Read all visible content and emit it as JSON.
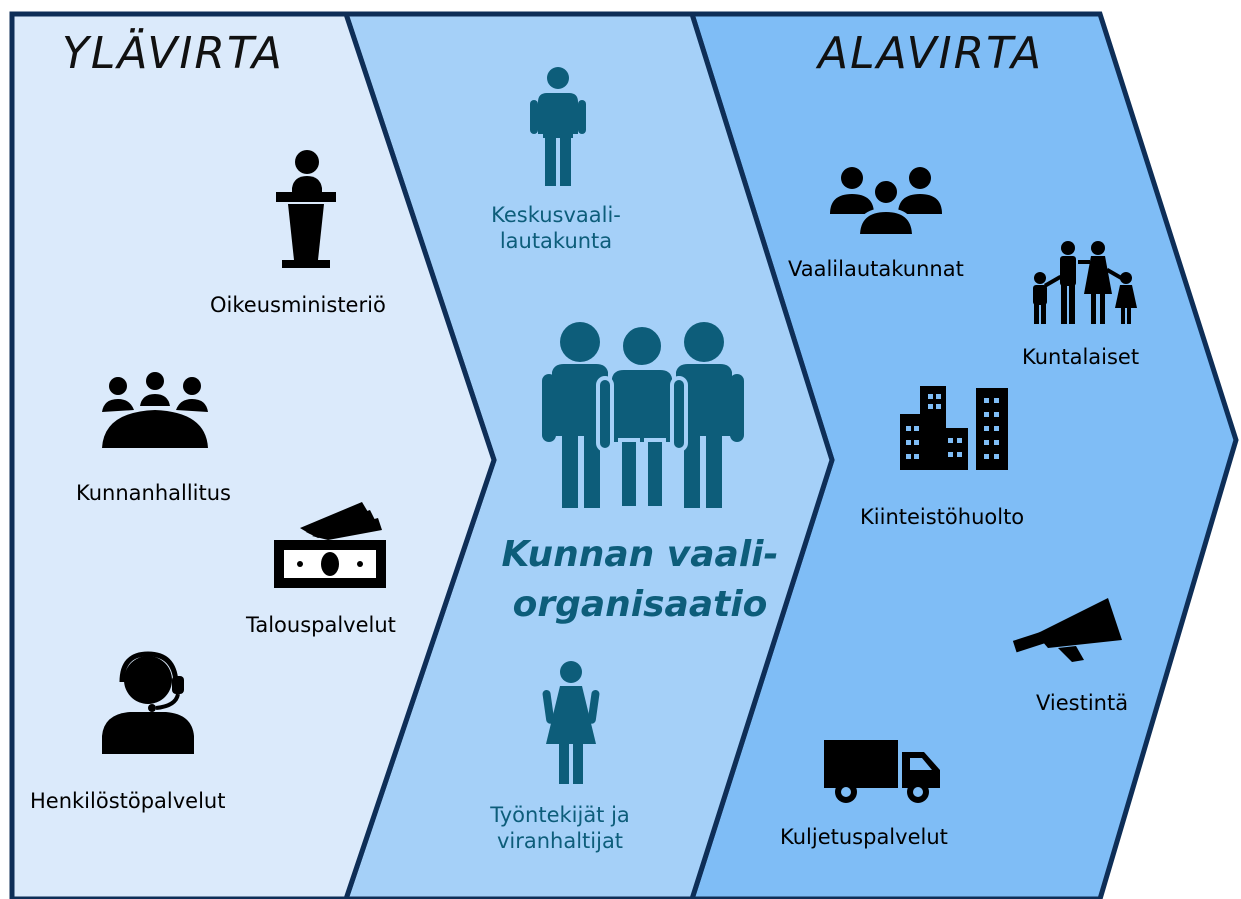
{
  "upstream": {
    "heading": "YLÄVIRTA",
    "items": [
      {
        "label": "Oikeusministeriö",
        "icon": "podium-speaker-icon"
      },
      {
        "label": "Kunnanhallitus",
        "icon": "meeting-table-icon"
      },
      {
        "label": "Talouspalvelut",
        "icon": "money-bills-icon"
      },
      {
        "label": "Henkilöstöpalvelut",
        "icon": "headset-person-icon"
      }
    ]
  },
  "organization": {
    "title_line1": "Kunnan vaali-",
    "title_line2": "organisaatio",
    "items": [
      {
        "label_line1": "Keskusvaali-",
        "label_line2": "lautakunta",
        "icon": "man-icon"
      },
      {
        "label_line1": "Työntekijät ja",
        "label_line2": "viranhaltijat",
        "icon": "woman-icon"
      }
    ],
    "group_icon": "group-of-three-icon"
  },
  "downstream": {
    "heading": "ALAVIRTA",
    "items": [
      {
        "label": "Vaalilautakunnat",
        "icon": "people-group-icon"
      },
      {
        "label": "Kuntalaiset",
        "icon": "family-icon"
      },
      {
        "label": "Kiinteistöhuolto",
        "icon": "buildings-icon"
      },
      {
        "label": "Viestintä",
        "icon": "megaphone-icon"
      },
      {
        "label": "Kuljetuspalvelut",
        "icon": "truck-icon"
      }
    ]
  },
  "colors": {
    "upstream_fill": "#dbeafb",
    "middle_fill": "#a5d0f8",
    "downstream_fill": "#7fbdf6",
    "border": "#0e2e57",
    "teal": "#0d5d7a"
  }
}
